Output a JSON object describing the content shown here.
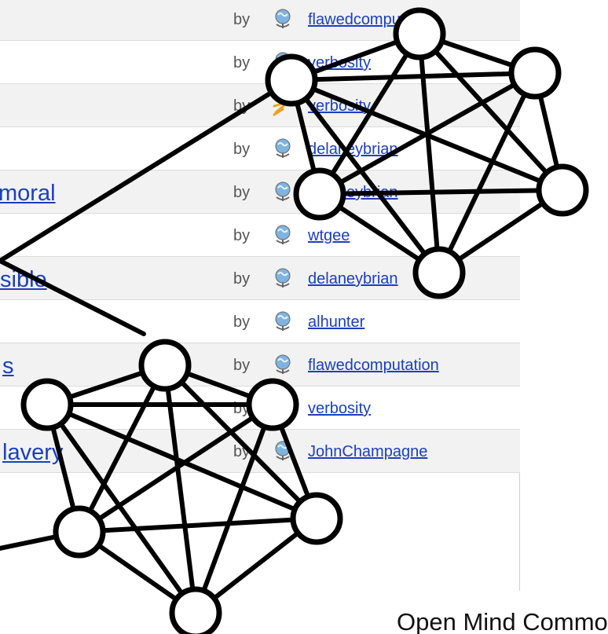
{
  "table": {
    "rows": [
      {
        "left_text": "",
        "by": "by",
        "avatar": "globe-avatar",
        "user": "flawedcomputation"
      },
      {
        "left_text": "",
        "by": "by",
        "avatar": "globe-avatar",
        "user": "verbosity"
      },
      {
        "left_text": "",
        "by": "by",
        "avatar": "sun-avatar",
        "user": "verbosity"
      },
      {
        "left_text": "",
        "by": "by",
        "avatar": "globe-avatar",
        "user": "delaneybrian"
      },
      {
        "left_text": "moral",
        "by": "by",
        "avatar": "globe-avatar",
        "user": "delaneybrian"
      },
      {
        "left_text": "",
        "by": "by",
        "avatar": "globe-avatar",
        "user": "wtgee"
      },
      {
        "left_text": "sible",
        "by": "by",
        "avatar": "globe-avatar",
        "user": "delaneybrian"
      },
      {
        "left_text": "",
        "by": "by",
        "avatar": "globe-avatar",
        "user": "alhunter"
      },
      {
        "left_text": "s",
        "by": "by",
        "avatar": "globe-avatar",
        "user": "flawedcomputation"
      },
      {
        "left_text": "",
        "by": "by",
        "avatar": "sun-avatar",
        "user": "verbosity"
      },
      {
        "left_text": "lavery",
        "by": "by",
        "avatar": "globe-avatar",
        "user": "JohnChampagne"
      }
    ]
  },
  "caption": "Open Mind Common Sense",
  "graph": {
    "node_fill": "#ffffff",
    "stroke_color": "#000000",
    "link_color": "#1a3fbf"
  }
}
